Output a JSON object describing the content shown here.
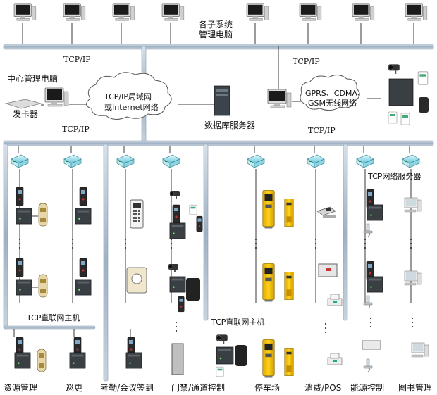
{
  "top_label": [
    "各子系统",
    "管理电脑"
  ],
  "tcpip": "TCP/IP",
  "center_pc": "中心管理电脑",
  "card_issuer": "发卡器",
  "lan_cloud": [
    "TCP/IP局域网",
    "或Internet网络"
  ],
  "db_server": "数据库服务器",
  "wireless_cloud": [
    "GPRS、CDMA、",
    "GSM无线网络"
  ],
  "net_server": "TCP网络服务器",
  "direct_host_left": "TCP直联网主机",
  "direct_host_mid": "TCP直联网主机",
  "bottom_labels": [
    "资源管理",
    "巡更",
    "考勤/会议签到",
    "门禁/通道控制",
    "停车场",
    "消费/POS",
    "能源控制",
    "图书管理"
  ],
  "colors": {
    "bus": "#a8b9cb",
    "line": "#3a3a3a",
    "cloud": "#ffffff"
  }
}
